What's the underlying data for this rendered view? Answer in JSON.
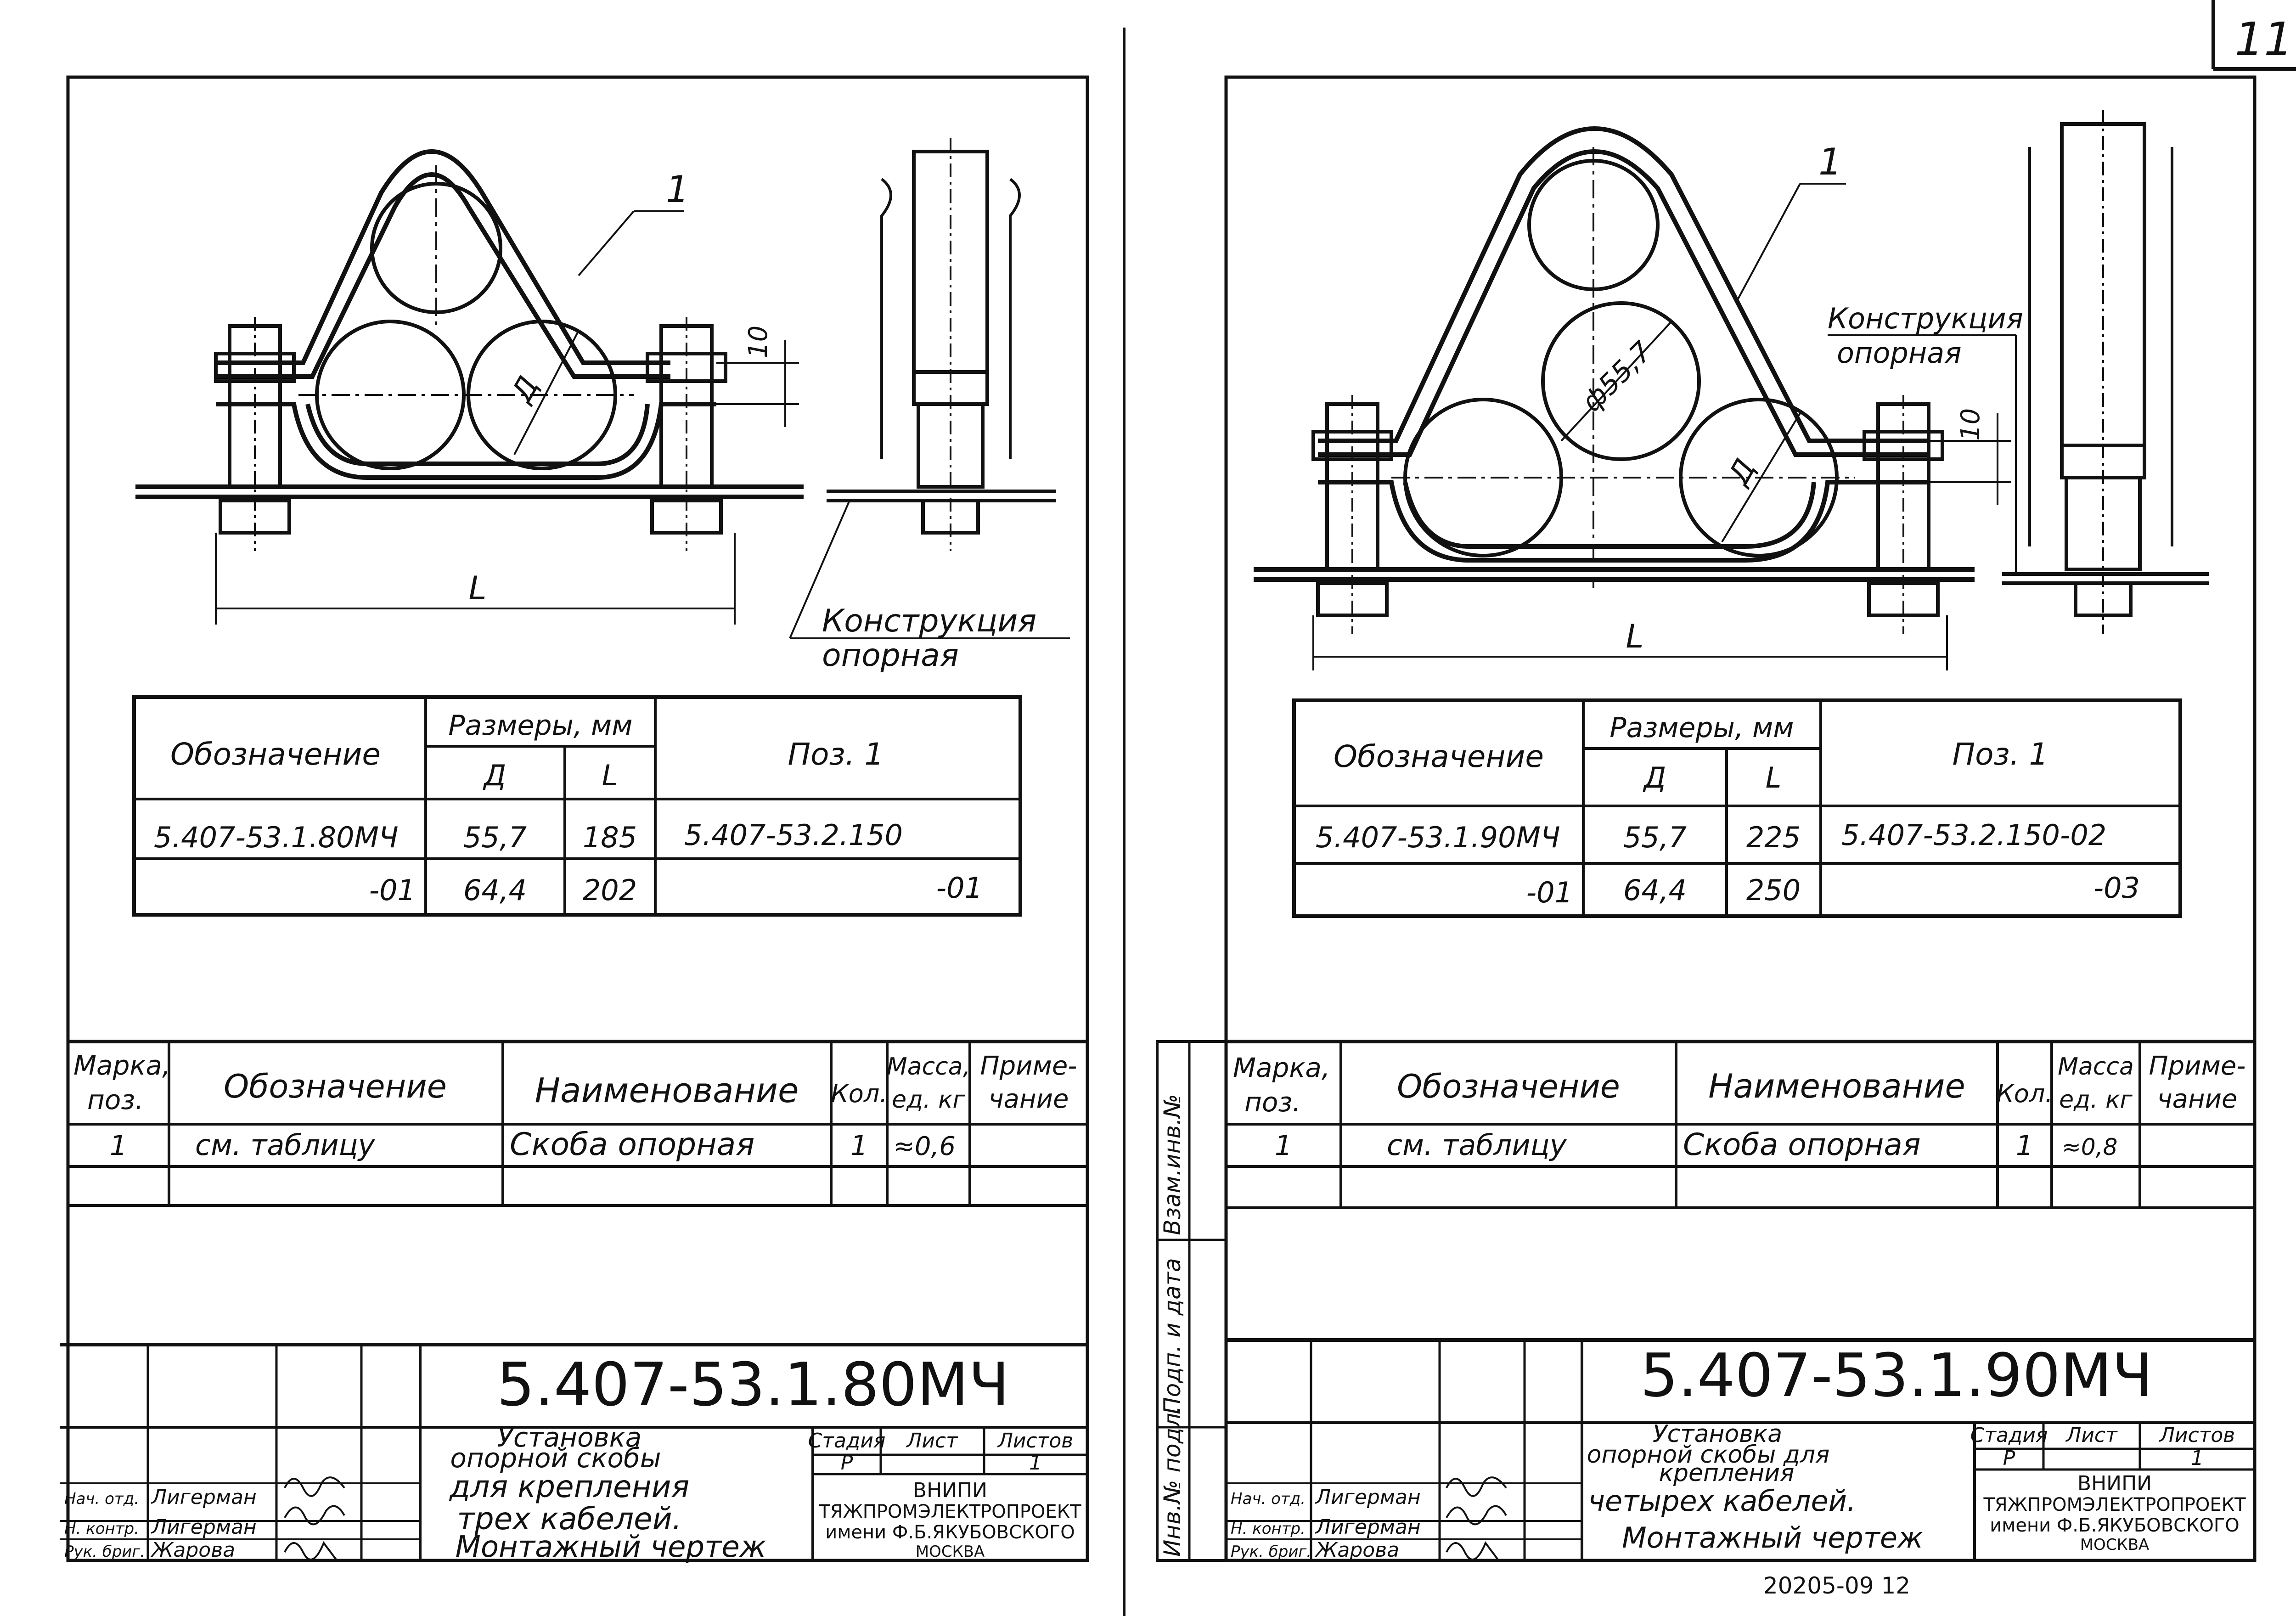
{
  "page_number": "11",
  "bottom_code": "20205-09  12",
  "side_stamp": {
    "inv_podl": "Инв.№ подл.",
    "podp_data": "Подп. и дата",
    "vzam_inv": "Взам.инв.№"
  },
  "sheets": [
    {
      "drawing": {
        "pos_label": "1",
        "dim_10": "10",
        "dim_D": "Д",
        "dim_L": "L",
        "support_label_line1": "Конструкция",
        "support_label_line2": "опорная",
        "dia_label": ""
      },
      "size_table": {
        "col_designation": "Обозначение",
        "col_sizes": "Размеры, мм",
        "col_D": "Д",
        "col_L": "L",
        "col_pos": "Поз. 1",
        "rows": [
          {
            "designation": "5.407-53.1.80МЧ",
            "D": "55,7",
            "L": "185",
            "pos": "5.407-53.2.150"
          },
          {
            "designation": "-01",
            "D": "64,4",
            "L": "202",
            "pos": "-01"
          }
        ]
      },
      "spec": {
        "col_mark_1": "Марка,",
        "col_mark_2": "поз.",
        "col_designation": "Обозначение",
        "col_name": "Наименование",
        "col_qty": "Кол.",
        "col_mass_1": "Масса,",
        "col_mass_2": "ед. кг",
        "col_note_1": "Приме-",
        "col_note_2": "чание",
        "row": {
          "mark": "1",
          "designation": "см. таблицу",
          "name": "Скоба опорная",
          "qty": "1",
          "mass": "≈0,6"
        }
      },
      "title_block": {
        "code": "5.407-53.1.80МЧ",
        "title_lines": [
          "Установка",
          "опорной скобы",
          "для крепления",
          "трех кабелей.",
          "Монтажный чертеж"
        ],
        "stage_label": "Стадия",
        "sheet_label": "Лист",
        "sheets_label": "Листов",
        "stage": "Р",
        "sheet": "",
        "sheets": "1",
        "org_lines": [
          "ВНИПИ",
          "ТЯЖПРОМЭЛЕКТРОПРОЕКТ",
          "имени Ф.Б.ЯКУБОВСКОГО",
          "МОСКВА"
        ],
        "staff": [
          {
            "role": "Нач. отд.",
            "name": "Лигерман"
          },
          {
            "role": "Н. контр.",
            "name": "Лигерман"
          },
          {
            "role": "Рук. бриг.",
            "name": "Жарова"
          }
        ]
      }
    },
    {
      "drawing": {
        "pos_label": "1",
        "dim_10": "10",
        "dim_D": "Д",
        "dim_L": "L",
        "support_label_line1": "Конструкция",
        "support_label_line2": "опорная",
        "dia_label": "ф55,7"
      },
      "size_table": {
        "col_designation": "Обозначение",
        "col_sizes": "Размеры, мм",
        "col_D": "Д",
        "col_L": "L",
        "col_pos": "Поз. 1",
        "rows": [
          {
            "designation": "5.407-53.1.90МЧ",
            "D": "55,7",
            "L": "225",
            "pos": "5.407-53.2.150-02"
          },
          {
            "designation": "-01",
            "D": "64,4",
            "L": "250",
            "pos": "-03"
          }
        ]
      },
      "spec": {
        "col_mark_1": "Марка,",
        "col_mark_2": "поз.",
        "col_designation": "Обозначение",
        "col_name": "Наименование",
        "col_qty": "Кол.",
        "col_mass_1": "Масса",
        "col_mass_2": "ед. кг",
        "col_note_1": "Приме-",
        "col_note_2": "чание",
        "row": {
          "mark": "1",
          "designation": "см. таблицу",
          "name": "Скоба опорная",
          "qty": "1",
          "mass": "≈0,8"
        }
      },
      "title_block": {
        "code": "5.407-53.1.90МЧ",
        "title_lines": [
          "Установка",
          "опорной скобы для",
          "крепления",
          "четырех кабелей.",
          "Монтажный чертеж"
        ],
        "stage_label": "Стадия",
        "sheet_label": "Лист",
        "sheets_label": "Листов",
        "stage": "Р",
        "sheet": "",
        "sheets": "1",
        "org_lines": [
          "ВНИПИ",
          "ТЯЖПРОМЭЛЕКТРОПРОЕКТ",
          "имени Ф.Б.ЯКУБОВСКОГО",
          "МОСКВА"
        ],
        "staff": [
          {
            "role": "Нач. отд.",
            "name": "Лигерман"
          },
          {
            "role": "Н. контр.",
            "name": "Лигерман"
          },
          {
            "role": "Рук. бриг.",
            "name": "Жарова"
          }
        ]
      }
    }
  ]
}
